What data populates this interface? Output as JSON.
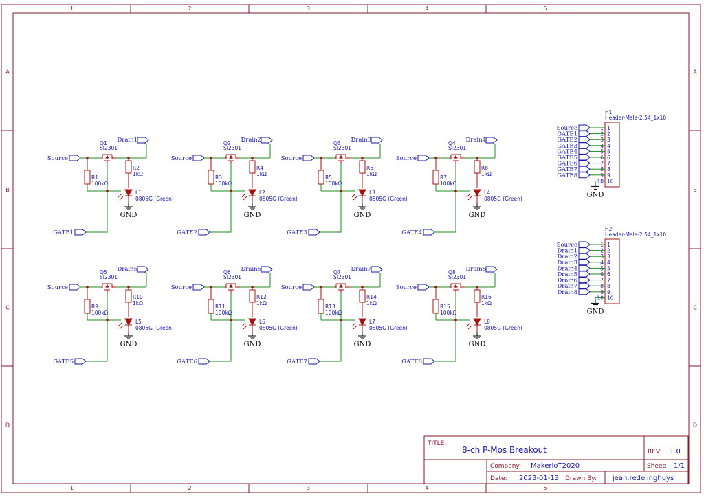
{
  "frame": {
    "columns": [
      "1",
      "2",
      "3",
      "4",
      "5"
    ],
    "rows": [
      "A",
      "B",
      "C",
      "D"
    ]
  },
  "channels": [
    {
      "q": "Q1",
      "q_part": "SI2301",
      "r_gate": "R1",
      "r_gate_val": "100kΩ",
      "r_led": "R2",
      "r_led_val": "1kΩ",
      "led": "L1",
      "led_val": "0805G (Green)",
      "drain": "Drain1",
      "gate": "GATE1",
      "source": "Source",
      "gnd": "GND"
    },
    {
      "q": "Q2",
      "q_part": "SI2301",
      "r_gate": "R3",
      "r_gate_val": "100kΩ",
      "r_led": "R4",
      "r_led_val": "1kΩ",
      "led": "L2",
      "led_val": "0805G (Green)",
      "drain": "Drain2",
      "gate": "GATE2",
      "source": "Source",
      "gnd": "GND"
    },
    {
      "q": "Q3",
      "q_part": "SI2301",
      "r_gate": "R5",
      "r_gate_val": "100kΩ",
      "r_led": "R6",
      "r_led_val": "1kΩ",
      "led": "L3",
      "led_val": "0805G (Green)",
      "drain": "Drain3",
      "gate": "GATE3",
      "source": "Source",
      "gnd": "GND"
    },
    {
      "q": "Q4",
      "q_part": "SI2301",
      "r_gate": "R7",
      "r_gate_val": "100kΩ",
      "r_led": "R8",
      "r_led_val": "1kΩ",
      "led": "L4",
      "led_val": "0805G (Green)",
      "drain": "Drain4",
      "gate": "GATE4",
      "source": "Source",
      "gnd": "GND"
    },
    {
      "q": "Q5",
      "q_part": "SI2301",
      "r_gate": "R9",
      "r_gate_val": "100kΩ",
      "r_led": "R10",
      "r_led_val": "1kΩ",
      "led": "L5",
      "led_val": "0805G (Green)",
      "drain": "Drain5",
      "gate": "GATE5",
      "source": "Source",
      "gnd": "GND"
    },
    {
      "q": "Q6",
      "q_part": "SI2301",
      "r_gate": "R11",
      "r_gate_val": "100kΩ",
      "r_led": "R12",
      "r_led_val": "1kΩ",
      "led": "L6",
      "led_val": "0805G (Green)",
      "drain": "Drain6",
      "gate": "GATE6",
      "source": "Source",
      "gnd": "GND"
    },
    {
      "q": "Q7",
      "q_part": "SI2301",
      "r_gate": "R13",
      "r_gate_val": "100kΩ",
      "r_led": "R14",
      "r_led_val": "1kΩ",
      "led": "L7",
      "led_val": "0805G (Green)",
      "drain": "Drain7",
      "gate": "GATE7",
      "source": "Source",
      "gnd": "GND"
    },
    {
      "q": "Q8",
      "q_part": "SI2301",
      "r_gate": "R15",
      "r_gate_val": "100kΩ",
      "r_led": "R16",
      "r_led_val": "1kΩ",
      "led": "L8",
      "led_val": "0805G (Green)",
      "drain": "Drain8",
      "gate": "GATE8",
      "source": "Source",
      "gnd": "GND"
    }
  ],
  "headers": [
    {
      "ref": "H1",
      "part": "Header-Male-2.54_1x10",
      "nets": [
        "Source",
        "GATE1",
        "GATE2",
        "GATE3",
        "GATE4",
        "GATE5",
        "GATE6",
        "GATE7",
        "GATE8"
      ],
      "pins": [
        "1",
        "2",
        "3",
        "4",
        "5",
        "6",
        "7",
        "8",
        "9",
        "10"
      ],
      "gnd": "GND"
    },
    {
      "ref": "H2",
      "part": "Header-Male-2.54_1x10",
      "nets": [
        "Source",
        "Drain1",
        "Drain2",
        "Drain3",
        "Drain4",
        "Drain5",
        "Drain6",
        "Drain7",
        "Drain8"
      ],
      "pins": [
        "1",
        "2",
        "3",
        "4",
        "5",
        "6",
        "7",
        "8",
        "9",
        "10"
      ],
      "gnd": "GND"
    }
  ],
  "title_block": {
    "title_label": "TITLE:",
    "title": "8-ch P-Mos Breakout",
    "rev_label": "REV:",
    "rev": "1.0",
    "company_label": "Company:",
    "company": "MakerIoT2020",
    "sheet_label": "Sheet:",
    "sheet": "1/1",
    "date_label": "Date:",
    "date": "2023-01-13",
    "drawn_label": "Drawn By:",
    "drawn_by": "jean.redelinghuys"
  },
  "colors": {
    "frame": "#8b1a2b",
    "wire": "#1f8a1f",
    "component": "#a81010",
    "net_label": "#1a1aa8"
  }
}
